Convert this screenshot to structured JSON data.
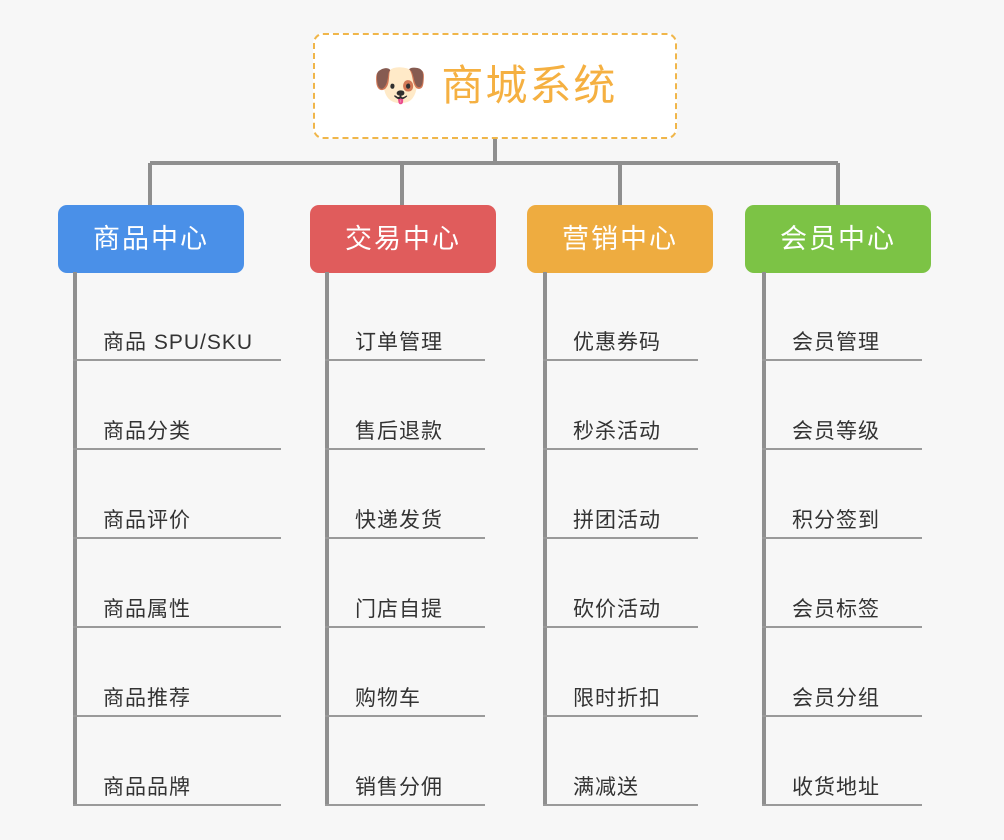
{
  "diagram": {
    "type": "mindmap-tree",
    "background_color": "#f7f7f7",
    "connector_color": "#8f8f8f",
    "root": {
      "icon": "dog-face-icon",
      "icon_glyph": "🐶",
      "title": "商城系统",
      "text_color": "#f5b041",
      "border_color": "#f0b64a",
      "background_color": "#ffffff"
    },
    "branches": [
      {
        "id": "product-center",
        "label": "商品中心",
        "color": "#4a90e8",
        "items": [
          {
            "label": "商品 SPU/SKU"
          },
          {
            "label": "商品分类"
          },
          {
            "label": "商品评价"
          },
          {
            "label": "商品属性"
          },
          {
            "label": "商品推荐"
          },
          {
            "label": "商品品牌"
          }
        ]
      },
      {
        "id": "trade-center",
        "label": "交易中心",
        "color": "#e05c5c",
        "items": [
          {
            "label": "订单管理"
          },
          {
            "label": "售后退款"
          },
          {
            "label": "快递发货"
          },
          {
            "label": "门店自提"
          },
          {
            "label": "购物车"
          },
          {
            "label": "销售分佣"
          }
        ]
      },
      {
        "id": "marketing-center",
        "label": "营销中心",
        "color": "#eeac40",
        "items": [
          {
            "label": "优惠券码"
          },
          {
            "label": "秒杀活动"
          },
          {
            "label": "拼团活动"
          },
          {
            "label": "砍价活动"
          },
          {
            "label": "限时折扣"
          },
          {
            "label": "满减送"
          }
        ]
      },
      {
        "id": "member-center",
        "label": "会员中心",
        "color": "#7cc345",
        "items": [
          {
            "label": "会员管理"
          },
          {
            "label": "会员等级"
          },
          {
            "label": "积分签到"
          },
          {
            "label": "会员标签"
          },
          {
            "label": "会员分组"
          },
          {
            "label": "收货地址"
          }
        ]
      }
    ]
  }
}
